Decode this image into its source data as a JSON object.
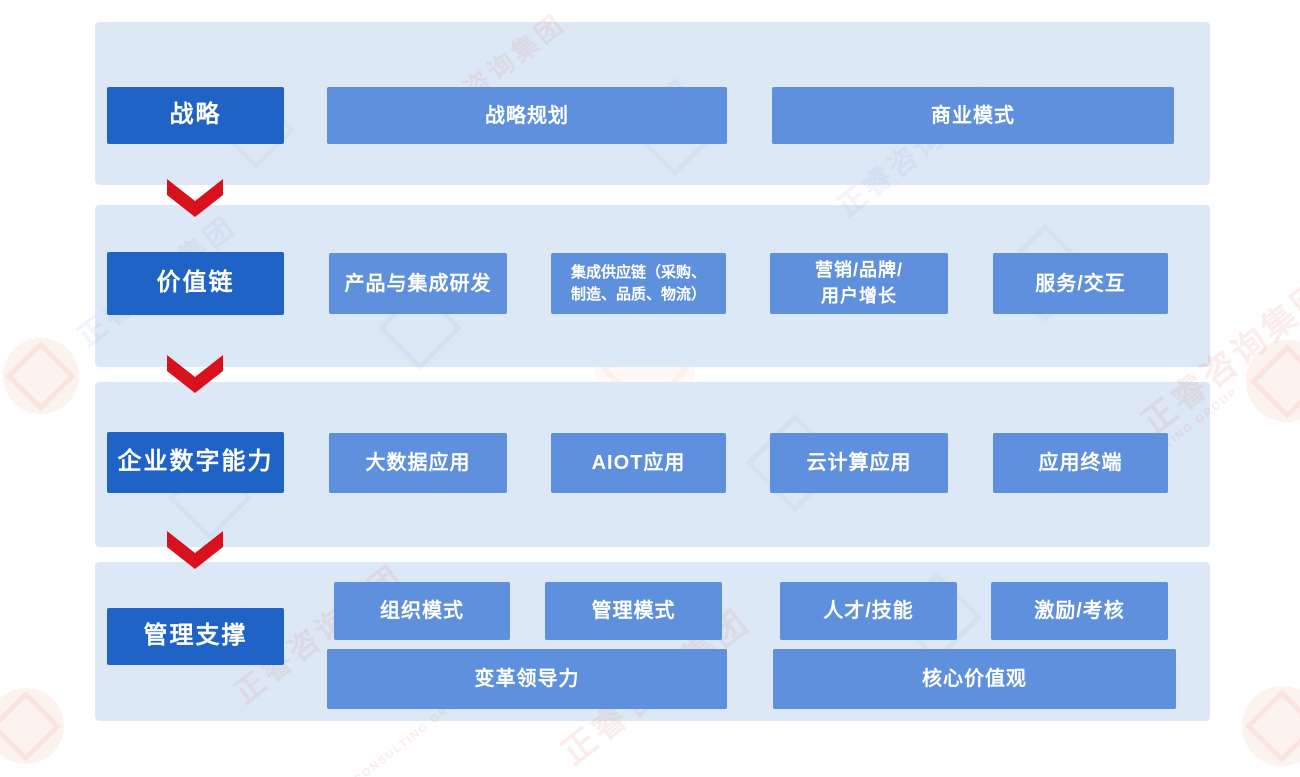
{
  "colors": {
    "label_box": "#2063C7",
    "item_box": "#5E90DE",
    "panel_bg": "#DCE8F5",
    "arrow_red": "#D8111C",
    "box_text": "#FFFFFF",
    "page_bg": "#FFFFFF"
  },
  "rows": [
    {
      "label": "战略",
      "items": [
        {
          "label": "战略规划"
        },
        {
          "label": "商业模式"
        }
      ]
    },
    {
      "label": "价值链",
      "items": [
        {
          "label": "产品与集成研发"
        },
        {
          "line1": "集成供应链（采购、",
          "line2": "制造、品质、物流）"
        },
        {
          "line1": "营销/品牌/",
          "line2": "用户增长"
        },
        {
          "label": "服务/交互"
        }
      ]
    },
    {
      "label": "企业数字能力",
      "items": [
        {
          "label": "大数据应用"
        },
        {
          "label": "AIOT应用"
        },
        {
          "label": "云计算应用"
        },
        {
          "label": "应用终端"
        }
      ]
    },
    {
      "label": "管理支撑",
      "items_top": [
        {
          "label": "组织模式"
        },
        {
          "label": "管理模式"
        },
        {
          "label": "人才/技能"
        },
        {
          "label": "激励/考核"
        }
      ],
      "items_bottom": [
        {
          "label": "变革领导力"
        },
        {
          "label": "核心价值观"
        }
      ]
    }
  ],
  "arrows": [
    {
      "icon": "chevron-down"
    },
    {
      "icon": "chevron-down"
    },
    {
      "icon": "chevron-down"
    }
  ],
  "watermark": {
    "cn": "正睿咨询集团",
    "en": "CONSULTING GROUP"
  }
}
